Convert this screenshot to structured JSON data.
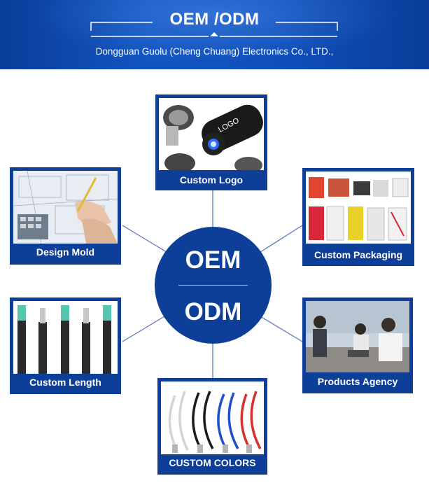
{
  "banner": {
    "title": "OEM /ODM",
    "subtitle": "Dongguan Guolu (Cheng Chuang) Electronics Co., LTD.,"
  },
  "hub": {
    "top": "OEM",
    "bottom": "ODM"
  },
  "logo_text": "LOGO",
  "cards": {
    "custom_logo": "Custom Logo",
    "design_mold": "Design Mold",
    "custom_packaging": "Custom Packaging",
    "custom_length": "Custom Length",
    "products_agency": "Products Agency",
    "custom_colors": "CUSTOM COLORS"
  },
  "colors": {
    "primary": "#0e3f98",
    "banner": "#1255c2",
    "connector": "#5a78c0"
  }
}
